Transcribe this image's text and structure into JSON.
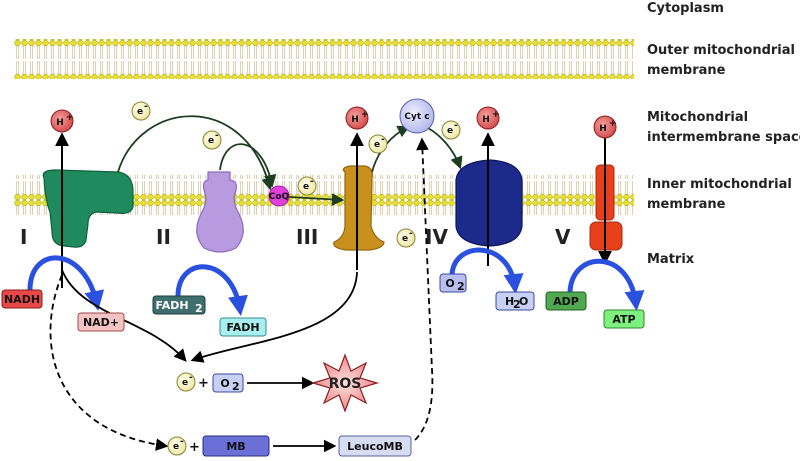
{
  "regions": {
    "cytoplasm": "Cytoplasm",
    "outer_line1": "Outer mitochondrial",
    "outer_line2": "membrane",
    "ims_line1": "Mitochondrial",
    "ims_line2": "intermembrane space",
    "inner_line1": "Inner mitochondrial",
    "inner_line2": "membrane",
    "matrix": "Matrix"
  },
  "complexes": {
    "i": "I",
    "ii": "II",
    "iii": "III",
    "iv": "IV",
    "v": "V"
  },
  "proton": {
    "label": "H",
    "charge": "+"
  },
  "electron": {
    "label": "e",
    "charge": "-"
  },
  "carriers": {
    "coq": "CoQ",
    "cytc": "Cyt c"
  },
  "substrates": {
    "nadh": "NADH",
    "nad": "NAD+",
    "fadh2_main": "FADH",
    "fadh2_sub": "2",
    "fadh": "FADH",
    "o2_main": "O",
    "o2_sub": "2",
    "h2o_pre": "H",
    "h2o_sub": "2",
    "h2o_post": "O",
    "adp": "ADP",
    "atp": "ATP"
  },
  "reactions": {
    "plus": "+",
    "ros": "ROS",
    "mb": "MB",
    "leucomb": "LeucoMB"
  },
  "colors": {
    "membrane_head": "#e8e02a",
    "complex_i": "#1e8a5e",
    "complex_ii": "#b89ae0",
    "complex_iii": "#c9901e",
    "complex_iv": "#1c2a8c",
    "complex_v": "#e8401a",
    "coq": "#e040e0",
    "cytc": "#c8ccf0",
    "proton": "#e06060",
    "electron": "#f4f0b0",
    "arrow_blue": "#2a50e0"
  }
}
